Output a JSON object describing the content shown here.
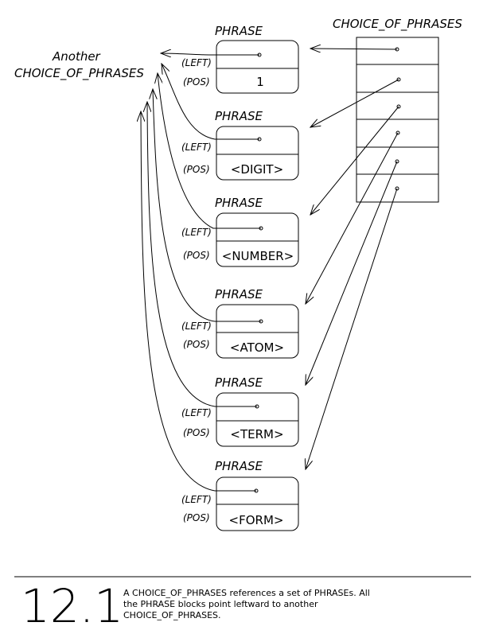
{
  "choice_title": "CHOICE_OF_PHRASES",
  "another_label": {
    "line1": "Another",
    "line2": "CHOICE_OF_PHRASES"
  },
  "phrases": [
    {
      "title": "PHRASE",
      "left_label": "(LEFT)",
      "pos_label": "(POS)",
      "pos_value": "1"
    },
    {
      "title": "PHRASE",
      "left_label": "(LEFT)",
      "pos_label": "(POS)",
      "pos_value": "<DIGIT>"
    },
    {
      "title": "PHRASE",
      "left_label": "(LEFT)",
      "pos_label": "(POS)",
      "pos_value": "<NUMBER>"
    },
    {
      "title": "PHRASE",
      "left_label": "(LEFT)",
      "pos_label": "(POS)",
      "pos_value": "<ATOM>"
    },
    {
      "title": "PHRASE",
      "left_label": "(LEFT)",
      "pos_label": "(POS)",
      "pos_value": "<TERM>"
    },
    {
      "title": "PHRASE",
      "left_label": "(LEFT)",
      "pos_label": "(POS)",
      "pos_value": "<FORM>"
    }
  ],
  "caption": {
    "figure_number": "12.1",
    "lines": [
      "A CHOICE_OF_PHRASES references a set of PHRASEs.  All",
      "the PHRASE blocks point leftward to another",
      "CHOICE_OF_PHRASES."
    ]
  }
}
